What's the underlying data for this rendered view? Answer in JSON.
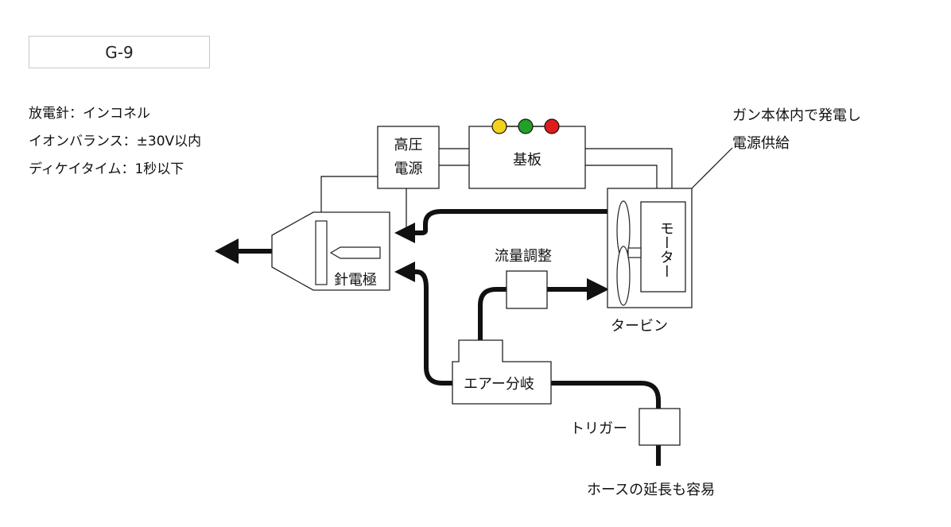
{
  "title": "G-9",
  "specs": [
    "放電針：インコネル",
    "イオンバランス：±30V以内",
    "ディケイタイム：1秒以下"
  ],
  "labels": {
    "power_supply": "高圧\n電源",
    "board": "基板",
    "motor": "モーター",
    "turbine": "タービン",
    "needle_electrode": "針電極",
    "flow_adjust": "流量調整",
    "air_branch": "エアー分岐",
    "trigger": "トリガー",
    "hose_note": "ホースの延長も容易",
    "gun_power_note": "ガン本体内で発電し\n電源供給"
  },
  "led_colors": [
    "#f2d21c",
    "#22a02a",
    "#e01b1b"
  ],
  "colors": {
    "line": "#111111",
    "box_border": "#222222",
    "title_border": "#c8c8c8"
  }
}
